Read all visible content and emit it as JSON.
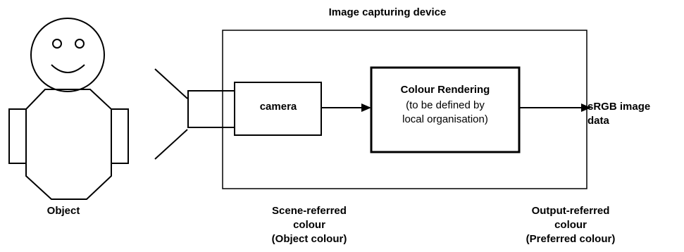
{
  "diagram": {
    "device_title": "Image capturing device",
    "camera_label": "camera",
    "rendering_title": "Colour Rendering",
    "rendering_desc_line1": "(to be defined by",
    "rendering_desc_line2": "local organisation)",
    "output_line1": "sRGB image",
    "output_line2": "data",
    "object_label": "Object",
    "scene_line1": "Scene-referred",
    "scene_line2": "colour",
    "scene_line3": "(Object colour)",
    "outref_line1": "Output-referred",
    "outref_line2": "colour",
    "outref_line3": "(Preferred colour)"
  },
  "colors": {
    "stroke": "#000000",
    "background": "#ffffff"
  }
}
